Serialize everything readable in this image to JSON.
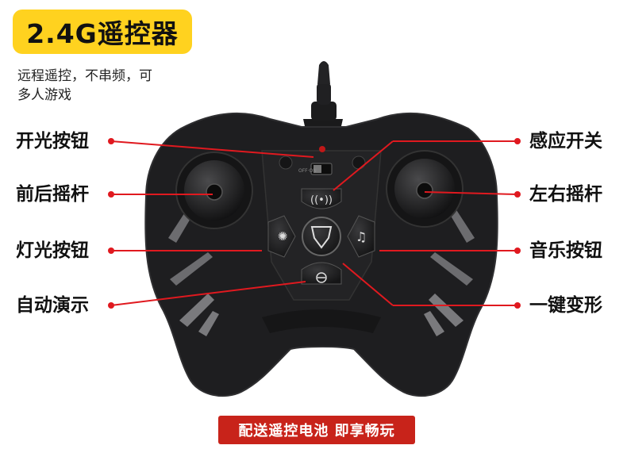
{
  "title": "2.4G遥控器",
  "subtitle_lines": [
    "远程遥控，不串频，可",
    "多人游戏"
  ],
  "callouts_left": [
    "开光按钮",
    "前后摇杆",
    "灯光按钮",
    "自动演示"
  ],
  "callouts_right": [
    "感应开关",
    "左右摇杆",
    "音乐按钮",
    "一键变形"
  ],
  "banner": "配送遥控电池 即享畅玩",
  "switch_label": "OFF·ON",
  "colors": {
    "title_badge": "#ffd21f",
    "banner": "#c8231a",
    "callout_dot": "#e0191f",
    "controller_body": "#1e1e20"
  },
  "icons": [
    "sensor-icon",
    "light-icon",
    "transform-icon",
    "music-icon",
    "demo-icon"
  ]
}
